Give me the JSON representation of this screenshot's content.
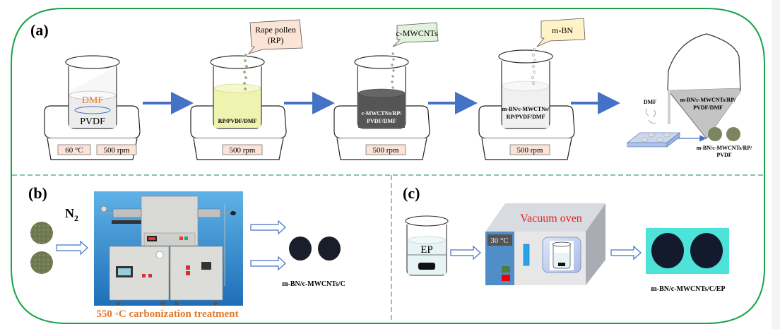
{
  "figure": {
    "colors": {
      "frame": "#1aa34a",
      "divider": "#3aa87a",
      "arrow_blue": "#4472c4",
      "label_orange": "#e07a2e",
      "label_red": "#e02020",
      "hotplate_tag": "#fbe3d6",
      "rp_liquid": "#eef3b0",
      "cnt_liquid": "#555555",
      "bn_liquid": "#f0f0f0",
      "pellet_green": "#7d8560",
      "pellet_black": "#1a1d2a",
      "oven_panel": "#4f8ec9",
      "oven_body": "#e4e4e4",
      "teal_bg": "#4de3d9"
    },
    "panel_a": {
      "label": "(a)",
      "step1": {
        "solvent": "DMF",
        "solute": "PVDF",
        "temp": "60 °C",
        "speed": "500 rpm"
      },
      "step2": {
        "bubble": [
          "Rape pollen",
          "(RP)"
        ],
        "mixture": "RP/PVDF/DMF",
        "speed": "500 rpm"
      },
      "step3": {
        "bubble": "c-MWCNTs",
        "mixture": [
          "c-MWCTNs/RP/",
          "PVDF/DMF"
        ],
        "speed": "500 rpm"
      },
      "step4": {
        "bubble": "m-BN",
        "mixture": [
          "m-BN/c-MWCTNs/",
          "RP/PVDF/DMF"
        ],
        "speed": "500 rpm"
      },
      "step5": {
        "evaporated": "DMF",
        "poured": [
          "m-BN/c-MWCNTs/RP/",
          "PVDF/DMF"
        ],
        "product": [
          "m-BN/c-MWCNTs/RP/",
          "PVDF"
        ]
      }
    },
    "panel_b": {
      "label": "(b)",
      "gas": "N",
      "gas_sub": "2",
      "treatment": "550 ◦C carbonization treatment",
      "product": "m-BN/c-MWCNTs/C"
    },
    "panel_c": {
      "label": "(c)",
      "beaker_label": "EP",
      "oven_title": "Vacuum oven",
      "oven_temp": "30 °C",
      "product": "m-BN/c-MWCNTs/C/EP"
    }
  }
}
